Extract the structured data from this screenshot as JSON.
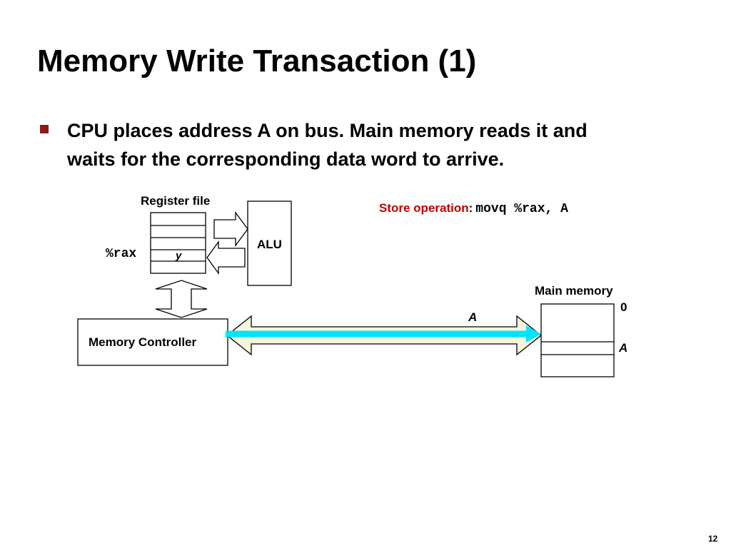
{
  "title": "Memory Write Transaction (1)",
  "bullet": {
    "line1": "CPU places address A on bus. Main memory reads it and",
    "line2": "waits for the corresponding data word to arrive."
  },
  "diagram": {
    "register_file_label": "Register file",
    "register_name": "%rax",
    "register_value": "y",
    "alu_label": "ALU",
    "memory_controller_label": "Memory Controller",
    "store_operation": {
      "label": "Store operation",
      "separator": ":",
      "instruction": "movq %rax, A"
    },
    "bus_address_label": "A",
    "main_memory_label": "Main memory",
    "memory_address_zero": "0",
    "memory_address_a": "A"
  },
  "colors": {
    "bullet_marker": "#8b1a1a",
    "store_operation_label": "#c00000",
    "bus_fill": "#f5f5dc",
    "address_arrow": "#00e5ff"
  },
  "page_number": "12"
}
